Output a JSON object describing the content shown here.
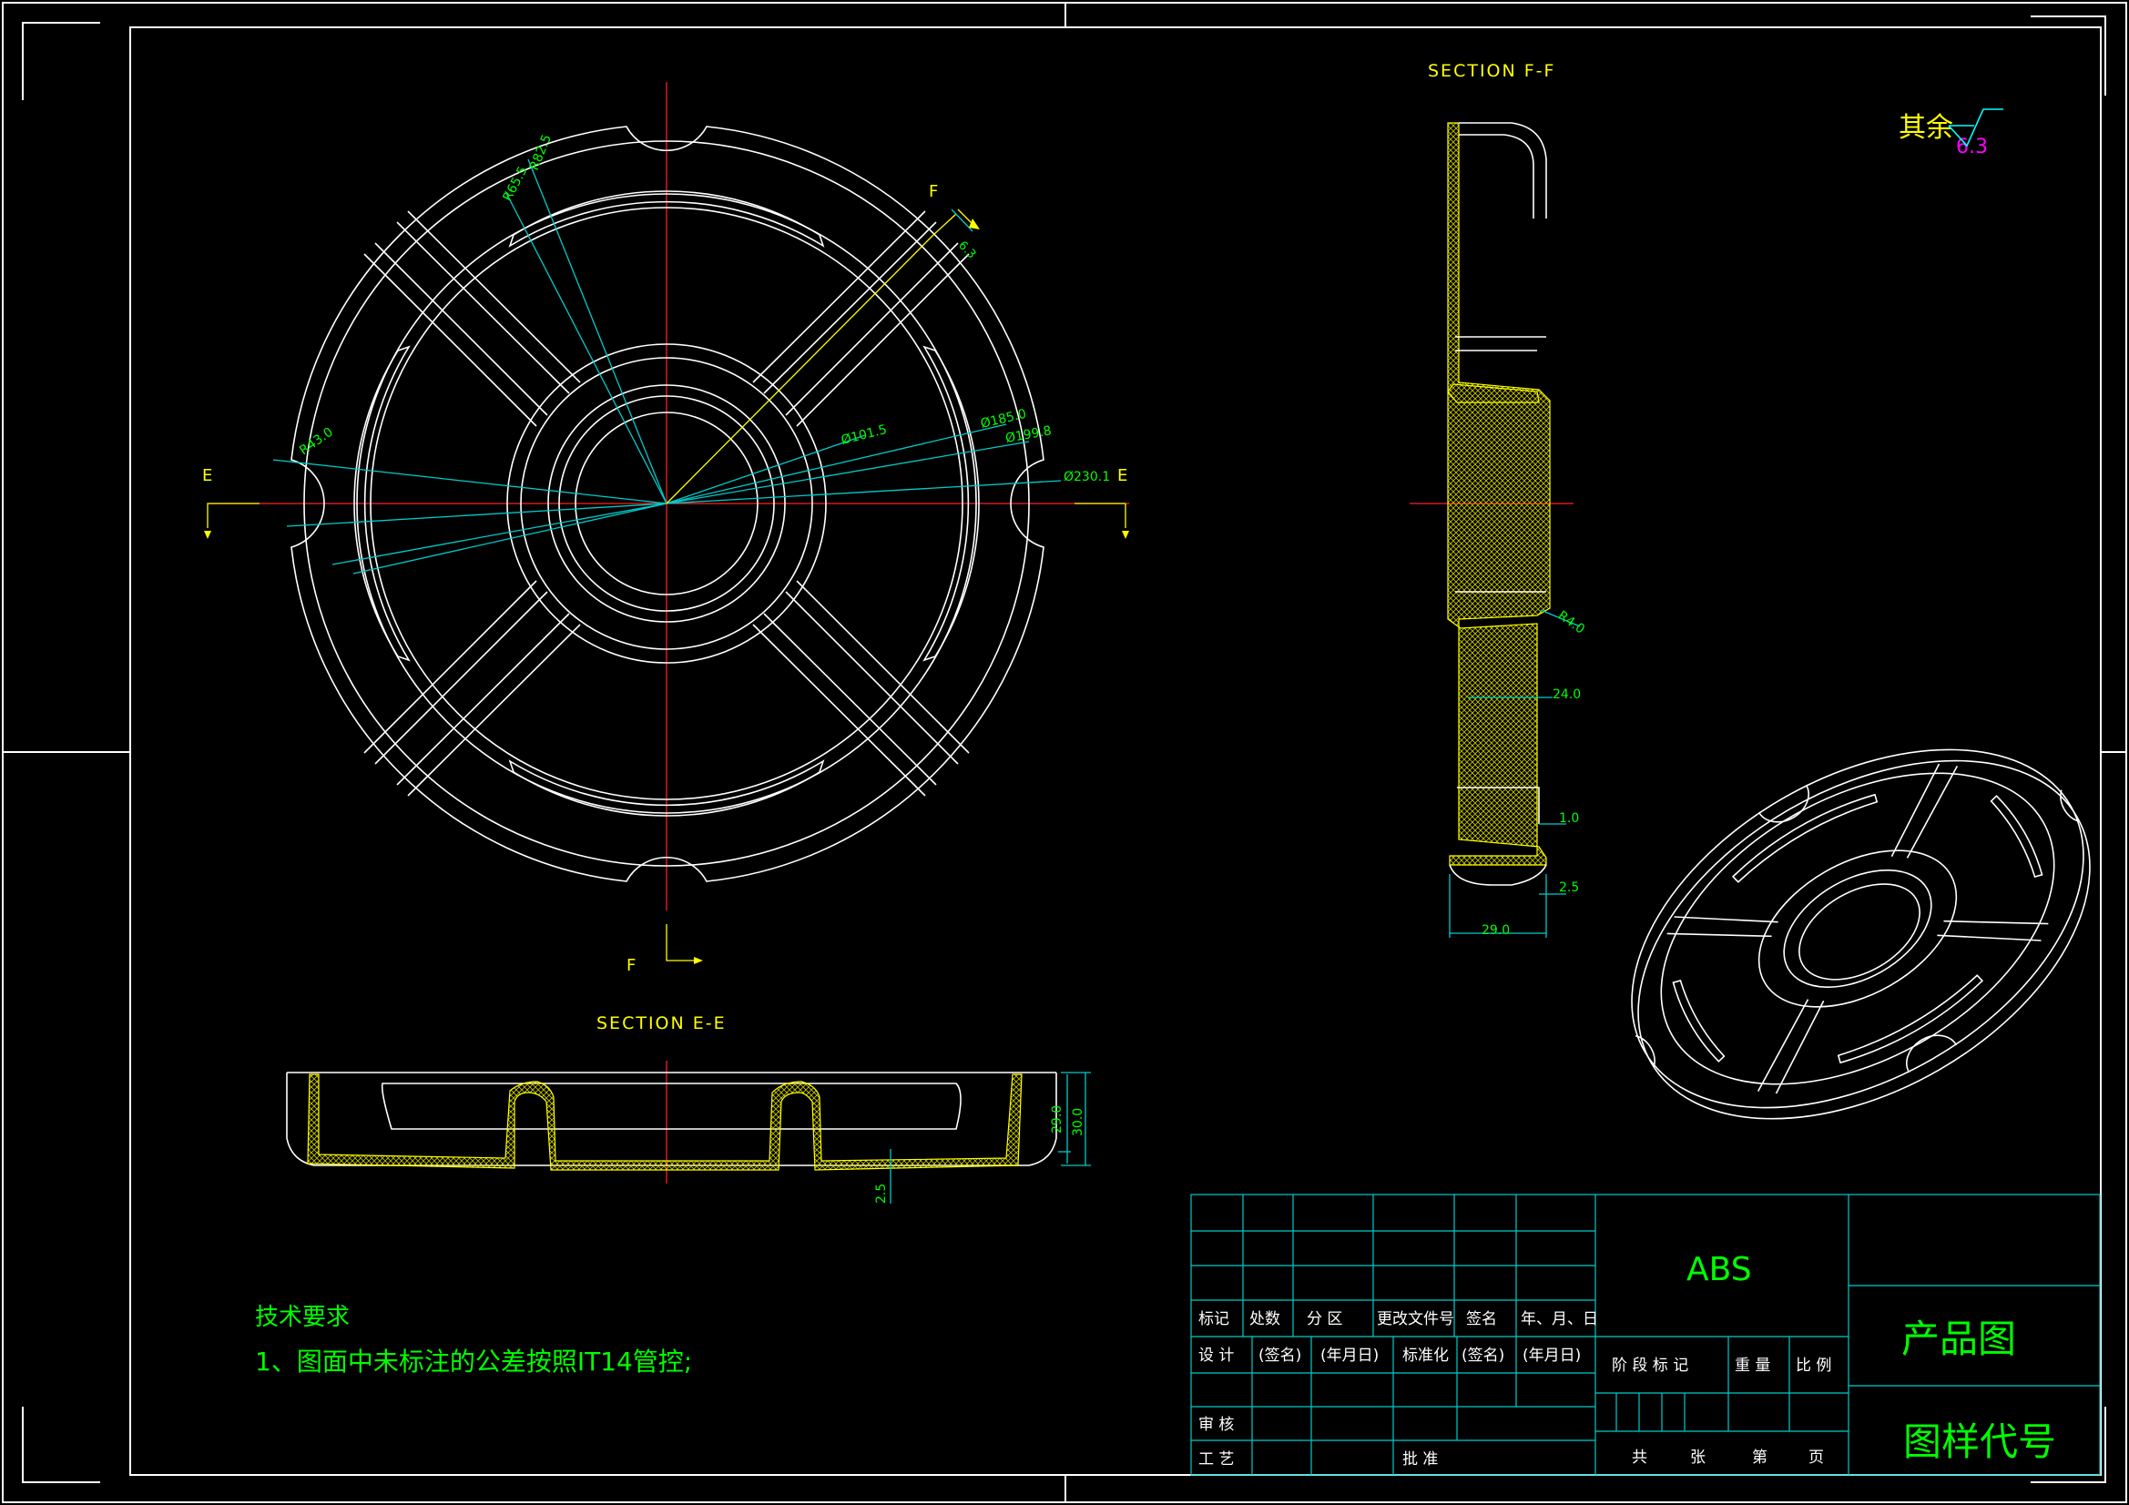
{
  "section_ff": {
    "title": "SECTION F-F",
    "dims": [
      "R4.0",
      "24.0",
      "1.0",
      "2.5",
      "29.0"
    ]
  },
  "section_ee": {
    "title": "SECTION E-E",
    "dims": [
      "29.0",
      "30.0",
      "2.5"
    ]
  },
  "cut_labels": {
    "e_left": "E",
    "e_right": "E",
    "f_top": "F",
    "f_bottom": "F"
  },
  "plan_dims": {
    "r825": "R82.5",
    "r655": "R65.5",
    "d1015": "Ø101.5",
    "d185": "Ø185.0",
    "d1998": "Ø199.8",
    "d2301": "Ø230.1",
    "r430": "R43.0",
    "w63": "6.3"
  },
  "roughness": {
    "label": "其余",
    "value": "6.3"
  },
  "tech": {
    "heading": "技术要求",
    "line1": "1、图面中未标注的公差按照IT14管控;"
  },
  "title_block": {
    "material": "ABS",
    "drawing_type": "产品图",
    "drawing_code": "图样代号",
    "row_labels": [
      "标记",
      "处数",
      "分 区",
      "更改文件号",
      "签名",
      "年、月、日"
    ],
    "design_row": [
      "设  计",
      "(签名)",
      "(年月日)",
      "标准化",
      "(签名)",
      "(年月日)"
    ],
    "stage_labels": [
      "阶 段 标 记",
      "重 量",
      "比 例"
    ],
    "review": "审  核",
    "process": "工  艺",
    "approve": "批  准",
    "sheet_labels": [
      "共",
      "张",
      "第",
      "页"
    ]
  },
  "colors": {
    "background": "#000000",
    "outline": "#ffffff",
    "dimension": "#00cccc",
    "centerline": "#ff2020",
    "annotation": "#ffff00",
    "table_text": "#00ff00",
    "roughness": "#ff00ff"
  }
}
